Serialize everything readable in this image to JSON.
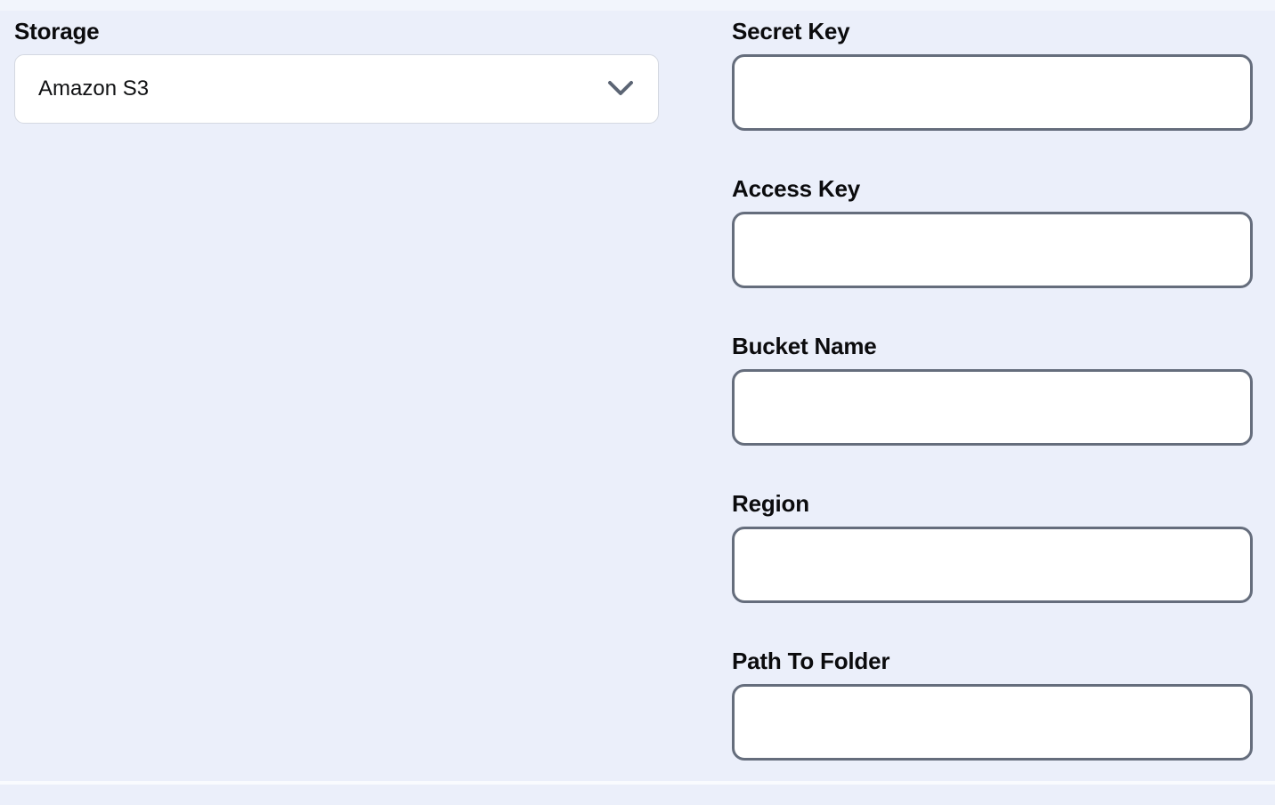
{
  "storage": {
    "label": "Storage",
    "selected": "Amazon S3",
    "dropdown_icon": "chevron-down-icon"
  },
  "fields": [
    {
      "id": "secret-key",
      "label": "Secret Key",
      "value": ""
    },
    {
      "id": "access-key",
      "label": "Access Key",
      "value": ""
    },
    {
      "id": "bucket-name",
      "label": "Bucket Name",
      "value": ""
    },
    {
      "id": "region",
      "label": "Region",
      "value": ""
    },
    {
      "id": "path-to-folder",
      "label": "Path To Folder",
      "value": ""
    }
  ],
  "colors": {
    "page_background": "#ebeffa",
    "top_edge_band": "#f2f5fc",
    "bottom_edge_band": "#f9fbfe",
    "input_border": "#656d7c",
    "dropdown_border": "#d4d8e1",
    "label_text": "#0b0b0d",
    "chevron": "#5c6574"
  }
}
